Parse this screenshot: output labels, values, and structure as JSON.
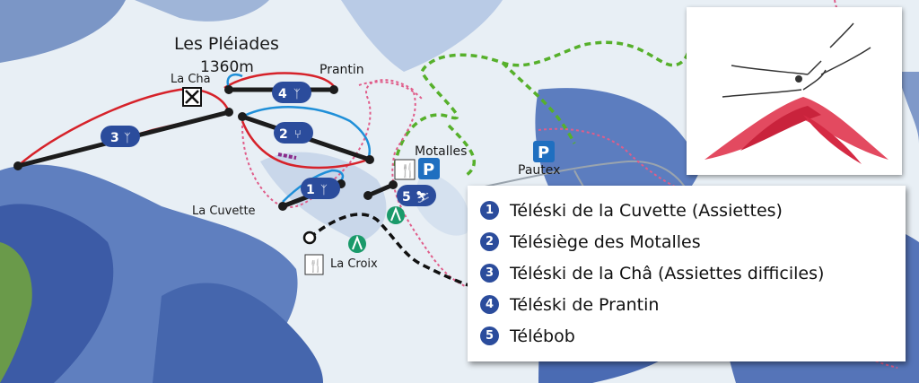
{
  "labels": {
    "summit": "Les Pléiades",
    "altitude": "1360m",
    "prantin": "Prantin",
    "la_cha": "La Cha",
    "motalles": "Motalles",
    "pautex": "Pautex",
    "la_cuvette": "La Cuvette",
    "la_croix": "La Croix"
  },
  "legend": [
    {
      "num": "1",
      "label": "Téléski de la Cuvette (Assiettes)"
    },
    {
      "num": "2",
      "label": "Télésiège des Motalles"
    },
    {
      "num": "3",
      "label": "Téléski de la Châ (Assiettes difficiles)"
    },
    {
      "num": "4",
      "label": "Téléski de Prantin"
    },
    {
      "num": "5",
      "label": "Télébob"
    }
  ],
  "lift_markers": [
    "1",
    "2",
    "3",
    "4",
    "5"
  ],
  "parking_symbol": "P",
  "colors": {
    "lift_badge": "#2b4c9c",
    "lift_cable": "#1c1c1c",
    "red_slope": "#d6222a",
    "blue_slope": "#1f8fd8",
    "pink_trail": "#e05d8a",
    "green_trail": "#56b02b",
    "black_trail": "#111111",
    "parking": "#1f6fc0",
    "sledge_badge": "#1a9a6a"
  },
  "icons": [
    "ski-lift-icon",
    "chairlift-icon",
    "restaurant-icon",
    "parking-icon",
    "sledge-icon",
    "summit-cross-icon",
    "skier-icon"
  ]
}
